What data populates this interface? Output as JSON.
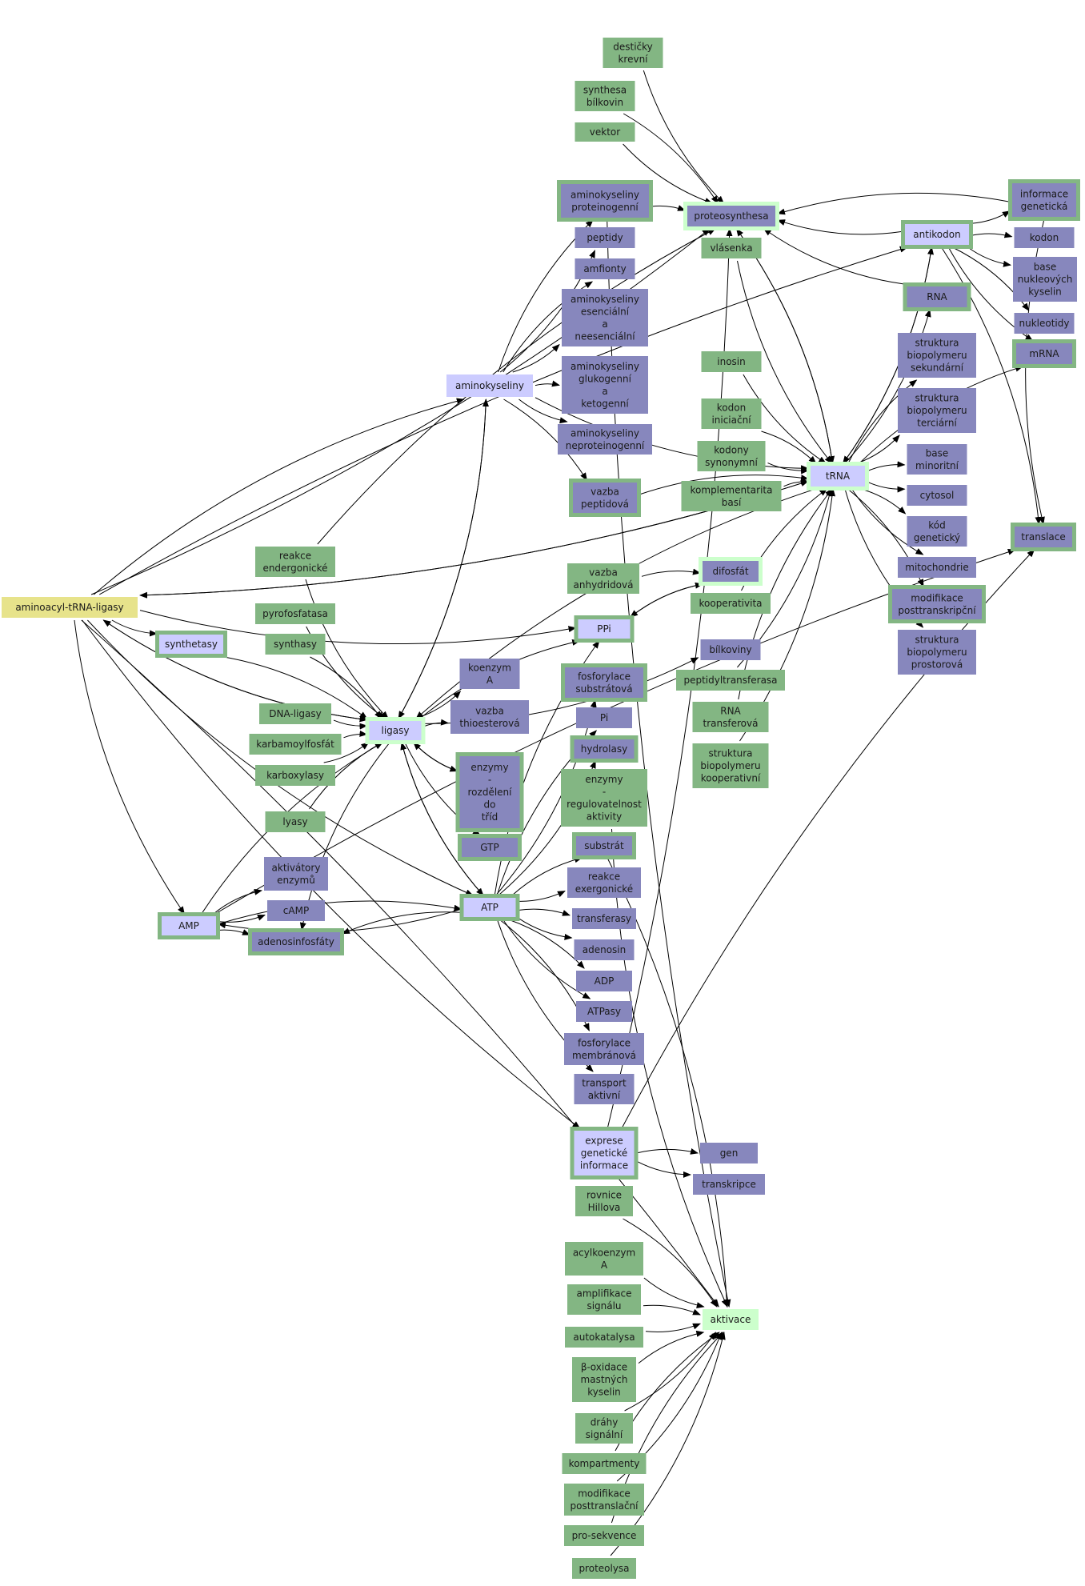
{
  "colors": {
    "green": "#83b683",
    "purple": "#8787bd",
    "lavender": "#ccccff",
    "yellow": "#e7e38b",
    "mint": "#ccffcc",
    "border_green": "#83b683",
    "border_mint": "#ccffcc",
    "edge": "#000000"
  },
  "nodes": [
    {
      "id": "desticky",
      "lines": [
        "destičky",
        "krevní"
      ],
      "fill": "green"
    },
    {
      "id": "synthesa-bilkovin",
      "lines": [
        "synthesa",
        "bílkovin"
      ],
      "fill": "green"
    },
    {
      "id": "vektor",
      "lines": [
        "vektor"
      ],
      "fill": "green"
    },
    {
      "id": "ak-proteinogenni",
      "lines": [
        "aminokyseliny",
        "proteinogenní"
      ],
      "fill": "purple",
      "border": "green"
    },
    {
      "id": "proteosynthesa",
      "lines": [
        "proteosynthesa"
      ],
      "fill": "purple",
      "border": "mint"
    },
    {
      "id": "vlasenka",
      "lines": [
        "vlásenka"
      ],
      "fill": "green"
    },
    {
      "id": "peptidy",
      "lines": [
        "peptidy"
      ],
      "fill": "purple"
    },
    {
      "id": "amfionty",
      "lines": [
        "amfionty"
      ],
      "fill": "purple"
    },
    {
      "id": "ak-esencialni",
      "lines": [
        "aminokyseliny",
        "esenciální",
        "a",
        "neesenciální"
      ],
      "fill": "purple"
    },
    {
      "id": "ak-glukogenni",
      "lines": [
        "aminokyseliny",
        "glukogenní",
        "a",
        "ketogenní"
      ],
      "fill": "purple"
    },
    {
      "id": "ak-neproteinogenni",
      "lines": [
        "aminokyseliny",
        "neproteinogenní"
      ],
      "fill": "purple"
    },
    {
      "id": "aminokyseliny",
      "lines": [
        "aminokyseliny"
      ],
      "fill": "lavender"
    },
    {
      "id": "vazba-peptidova",
      "lines": [
        "vazba",
        "peptidová"
      ],
      "fill": "purple",
      "border": "green"
    },
    {
      "id": "inosin",
      "lines": [
        "inosin"
      ],
      "fill": "green"
    },
    {
      "id": "kodon-iniciacni",
      "lines": [
        "kodon",
        "iniciační"
      ],
      "fill": "green"
    },
    {
      "id": "kodony-synonymni",
      "lines": [
        "kodony",
        "synonymní"
      ],
      "fill": "green"
    },
    {
      "id": "komplementarita",
      "lines": [
        "komplementarita",
        "basí"
      ],
      "fill": "green"
    },
    {
      "id": "trna",
      "lines": [
        "tRNA"
      ],
      "fill": "lavender",
      "border": "mint"
    },
    {
      "id": "antikodon",
      "lines": [
        "antikodon"
      ],
      "fill": "lavender",
      "border": "green"
    },
    {
      "id": "informace-geneticka",
      "lines": [
        "informace",
        "genetická"
      ],
      "fill": "purple",
      "border": "green"
    },
    {
      "id": "kodon",
      "lines": [
        "kodon"
      ],
      "fill": "purple"
    },
    {
      "id": "base-nukleovych",
      "lines": [
        "base",
        "nukleových",
        "kyselin"
      ],
      "fill": "purple"
    },
    {
      "id": "nukleotidy",
      "lines": [
        "nukleotidy"
      ],
      "fill": "purple"
    },
    {
      "id": "mrna",
      "lines": [
        "mRNA"
      ],
      "fill": "purple",
      "border": "green"
    },
    {
      "id": "rna",
      "lines": [
        "RNA"
      ],
      "fill": "purple",
      "border": "green"
    },
    {
      "id": "struktura-sekundarni",
      "lines": [
        "struktura",
        "biopolymeru",
        "sekundární"
      ],
      "fill": "purple"
    },
    {
      "id": "struktura-terciarni",
      "lines": [
        "struktura",
        "biopolymeru",
        "terciární"
      ],
      "fill": "purple"
    },
    {
      "id": "base-minoritni",
      "lines": [
        "base",
        "minoritní"
      ],
      "fill": "purple"
    },
    {
      "id": "cytosol",
      "lines": [
        "cytosol"
      ],
      "fill": "purple"
    },
    {
      "id": "kod-geneticky",
      "lines": [
        "kód",
        "genetický"
      ],
      "fill": "purple"
    },
    {
      "id": "mitochondrie",
      "lines": [
        "mitochondrie"
      ],
      "fill": "purple"
    },
    {
      "id": "modifikace-posttranskripcni",
      "lines": [
        "modifikace",
        "posttranskripční"
      ],
      "fill": "purple",
      "border": "green"
    },
    {
      "id": "struktura-prostorova",
      "lines": [
        "struktura",
        "biopolymeru",
        "prostorová"
      ],
      "fill": "purple"
    },
    {
      "id": "translace",
      "lines": [
        "translace"
      ],
      "fill": "purple",
      "border": "green"
    },
    {
      "id": "reakce-endergonicke",
      "lines": [
        "reakce",
        "endergonické"
      ],
      "fill": "green"
    },
    {
      "id": "aminoacyl",
      "lines": [
        "aminoacyl-tRNA-ligasy"
      ],
      "fill": "yellow"
    },
    {
      "id": "synthetasy",
      "lines": [
        "synthetasy"
      ],
      "fill": "lavender",
      "border": "green"
    },
    {
      "id": "pyrofosfatasa",
      "lines": [
        "pyrofosfatasa"
      ],
      "fill": "green"
    },
    {
      "id": "synthasy",
      "lines": [
        "synthasy"
      ],
      "fill": "green"
    },
    {
      "id": "vazba-anhydridova",
      "lines": [
        "vazba",
        "anhydridová"
      ],
      "fill": "green"
    },
    {
      "id": "difosfat",
      "lines": [
        "difosfát"
      ],
      "fill": "purple",
      "border": "mint"
    },
    {
      "id": "kooperativita",
      "lines": [
        "kooperativita"
      ],
      "fill": "green"
    },
    {
      "id": "ppi",
      "lines": [
        "PPi"
      ],
      "fill": "lavender",
      "border": "green"
    },
    {
      "id": "bilkoviny",
      "lines": [
        "bílkoviny"
      ],
      "fill": "purple"
    },
    {
      "id": "koenzym-a",
      "lines": [
        "koenzym",
        "A"
      ],
      "fill": "purple"
    },
    {
      "id": "fosforylace-substratova",
      "lines": [
        "fosforylace",
        "substrátová"
      ],
      "fill": "purple",
      "border": "green"
    },
    {
      "id": "peptidyltransferasa",
      "lines": [
        "peptidyltransferasa"
      ],
      "fill": "green"
    },
    {
      "id": "dna-ligasy",
      "lines": [
        "DNA-ligasy"
      ],
      "fill": "green"
    },
    {
      "id": "vazba-thioesterova",
      "lines": [
        "vazba",
        "thioesterová"
      ],
      "fill": "purple"
    },
    {
      "id": "ligasy",
      "lines": [
        "ligasy"
      ],
      "fill": "lavender",
      "border": "mint"
    },
    {
      "id": "pi",
      "lines": [
        "Pi"
      ],
      "fill": "purple"
    },
    {
      "id": "rna-transferova",
      "lines": [
        "RNA",
        "transferová"
      ],
      "fill": "green"
    },
    {
      "id": "karbamoylfosfat",
      "lines": [
        "karbamoylfosfát"
      ],
      "fill": "green"
    },
    {
      "id": "hydrolasy",
      "lines": [
        "hydrolasy"
      ],
      "fill": "purple",
      "border": "green"
    },
    {
      "id": "enzymy-rozdeleni",
      "lines": [
        "enzymy",
        "-",
        "rozdělení",
        "do",
        "tříd"
      ],
      "fill": "purple",
      "border": "green"
    },
    {
      "id": "karboxylasy",
      "lines": [
        "karboxylasy"
      ],
      "fill": "green"
    },
    {
      "id": "enzymy-regulovatelnost",
      "lines": [
        "enzymy",
        "-",
        "regulovatelnost",
        "aktivity"
      ],
      "fill": "green"
    },
    {
      "id": "struktura-kooperativni",
      "lines": [
        "struktura",
        "biopolymeru",
        "kooperativní"
      ],
      "fill": "green"
    },
    {
      "id": "lyasy",
      "lines": [
        "lyasy"
      ],
      "fill": "green"
    },
    {
      "id": "gtp",
      "lines": [
        "GTP"
      ],
      "fill": "purple",
      "border": "green"
    },
    {
      "id": "substrat",
      "lines": [
        "substrát"
      ],
      "fill": "purple",
      "border": "green"
    },
    {
      "id": "aktivatory",
      "lines": [
        "aktivátory",
        "enzymů"
      ],
      "fill": "purple"
    },
    {
      "id": "reakce-exergonicke",
      "lines": [
        "reakce",
        "exergonické"
      ],
      "fill": "purple"
    },
    {
      "id": "camp",
      "lines": [
        "cAMP"
      ],
      "fill": "purple"
    },
    {
      "id": "atp",
      "lines": [
        "ATP"
      ],
      "fill": "lavender",
      "border": "green"
    },
    {
      "id": "amp",
      "lines": [
        "AMP"
      ],
      "fill": "lavender",
      "border": "green"
    },
    {
      "id": "transferasy",
      "lines": [
        "transferasy"
      ],
      "fill": "purple"
    },
    {
      "id": "adenosinfosfaty",
      "lines": [
        "adenosinfosfáty"
      ],
      "fill": "purple",
      "border": "green"
    },
    {
      "id": "adenosin",
      "lines": [
        "adenosin"
      ],
      "fill": "purple"
    },
    {
      "id": "adp",
      "lines": [
        "ADP"
      ],
      "fill": "purple"
    },
    {
      "id": "atpasy",
      "lines": [
        "ATPasy"
      ],
      "fill": "purple"
    },
    {
      "id": "fosforylace-membranova",
      "lines": [
        "fosforylace",
        "membránová"
      ],
      "fill": "purple"
    },
    {
      "id": "transport-aktivni",
      "lines": [
        "transport",
        "aktivní"
      ],
      "fill": "purple"
    },
    {
      "id": "exprese",
      "lines": [
        "exprese",
        "genetické",
        "informace"
      ],
      "fill": "lavender",
      "border": "green"
    },
    {
      "id": "gen",
      "lines": [
        "gen"
      ],
      "fill": "purple"
    },
    {
      "id": "transkripce",
      "lines": [
        "transkripce"
      ],
      "fill": "purple"
    },
    {
      "id": "rovnice-hillova",
      "lines": [
        "rovnice",
        "Hillova"
      ],
      "fill": "green"
    },
    {
      "id": "acylkoenzym",
      "lines": [
        "acylkoenzym",
        "A"
      ],
      "fill": "green"
    },
    {
      "id": "amplifikace",
      "lines": [
        "amplifikace",
        "signálu"
      ],
      "fill": "green"
    },
    {
      "id": "aktivace",
      "lines": [
        "aktivace"
      ],
      "fill": "mint"
    },
    {
      "id": "autokatalysa",
      "lines": [
        "autokatalysa"
      ],
      "fill": "green"
    },
    {
      "id": "beta-oxidace",
      "lines": [
        "β-oxidace",
        "mastných",
        "kyselin"
      ],
      "fill": "green"
    },
    {
      "id": "drahy-signalni",
      "lines": [
        "dráhy",
        "signální"
      ],
      "fill": "green"
    },
    {
      "id": "kompartmenty",
      "lines": [
        "kompartmenty"
      ],
      "fill": "green"
    },
    {
      "id": "modifikace-posttranslacni",
      "lines": [
        "modifikace",
        "posttranslační"
      ],
      "fill": "green"
    },
    {
      "id": "pro-sekvence",
      "lines": [
        "pro-sekvence"
      ],
      "fill": "green"
    },
    {
      "id": "proteolysa",
      "lines": [
        "proteolysa"
      ],
      "fill": "green"
    }
  ],
  "edges": [
    [
      "desticky",
      "proteosynthesa"
    ],
    [
      "synthesa-bilkovin",
      "proteosynthesa"
    ],
    [
      "vektor",
      "proteosynthesa"
    ],
    [
      "ak-proteinogenni",
      "proteosynthesa"
    ],
    [
      "trna",
      "proteosynthesa"
    ],
    [
      "antikodon",
      "proteosynthesa"
    ],
    [
      "informace-geneticka",
      "proteosynthesa"
    ],
    [
      "rna",
      "proteosynthesa"
    ],
    [
      "aminoacyl",
      "proteosynthesa"
    ],
    [
      "proteosynthesa",
      "trna"
    ],
    [
      "vlasenka",
      "trna"
    ],
    [
      "aminokyseliny",
      "ak-proteinogenni"
    ],
    [
      "aminokyseliny",
      "peptidy"
    ],
    [
      "aminokyseliny",
      "amfionty"
    ],
    [
      "aminokyseliny",
      "ak-esencialni"
    ],
    [
      "aminokyseliny",
      "ak-glukogenni"
    ],
    [
      "aminokyseliny",
      "ak-neproteinogenni"
    ],
    [
      "aminokyseliny",
      "vazba-peptidova"
    ],
    [
      "aminokyseliny",
      "trna"
    ],
    [
      "aminokyseliny",
      "ligasy"
    ],
    [
      "ligasy",
      "aminokyseliny"
    ],
    [
      "aminoacyl",
      "aminokyseliny"
    ],
    [
      "inosin",
      "trna"
    ],
    [
      "kodon-iniciacni",
      "trna"
    ],
    [
      "kodony-synonymni",
      "trna"
    ],
    [
      "komplementarita",
      "trna"
    ],
    [
      "trna",
      "antikodon"
    ],
    [
      "antikodon",
      "trna"
    ],
    [
      "trna",
      "rna"
    ],
    [
      "trna",
      "struktura-sekundarni"
    ],
    [
      "trna",
      "struktura-terciarni"
    ],
    [
      "trna",
      "base-minoritni"
    ],
    [
      "trna",
      "cytosol"
    ],
    [
      "trna",
      "kod-geneticky"
    ],
    [
      "trna",
      "mitochondrie"
    ],
    [
      "trna",
      "modifikace-posttranskripcni"
    ],
    [
      "trna",
      "struktura-prostorova"
    ],
    [
      "trna",
      "aminoacyl"
    ],
    [
      "aminoacyl",
      "trna"
    ],
    [
      "trna",
      "mrna"
    ],
    [
      "trna",
      "ligasy"
    ],
    [
      "kooperativita",
      "trna"
    ],
    [
      "peptidyltransferasa",
      "trna"
    ],
    [
      "rna-transferova",
      "trna"
    ],
    [
      "struktura-kooperativni",
      "trna"
    ],
    [
      "vazba-peptidova",
      "trna"
    ],
    [
      "antikodon",
      "informace-geneticka"
    ],
    [
      "antikodon",
      "kodon"
    ],
    [
      "antikodon",
      "base-nukleovych"
    ],
    [
      "antikodon",
      "nukleotidy"
    ],
    [
      "antikodon",
      "mrna"
    ],
    [
      "antikodon",
      "translace"
    ],
    [
      "informace-geneticka",
      "translace"
    ],
    [
      "aminoacyl",
      "antikodon"
    ],
    [
      "reakce-endergonicke",
      "ligasy"
    ],
    [
      "reakce-endergonicke",
      "proteosynthesa"
    ],
    [
      "aminoacyl",
      "synthetasy"
    ],
    [
      "synthetasy",
      "ligasy"
    ],
    [
      "aminoacyl",
      "ligasy"
    ],
    [
      "ligasy",
      "aminoacyl"
    ],
    [
      "pyrofosfatasa",
      "ligasy"
    ],
    [
      "synthasy",
      "ligasy"
    ],
    [
      "dna-ligasy",
      "ligasy"
    ],
    [
      "karbamoylfosfat",
      "ligasy"
    ],
    [
      "karboxylasy",
      "ligasy"
    ],
    [
      "lyasy",
      "ligasy"
    ],
    [
      "ligasy",
      "koenzym-a"
    ],
    [
      "ligasy",
      "vazba-thioesterova"
    ],
    [
      "ligasy",
      "enzymy-rozdeleni"
    ],
    [
      "enzymy-rozdeleni",
      "ligasy"
    ],
    [
      "ligasy",
      "gtp"
    ],
    [
      "ligasy",
      "ppi"
    ],
    [
      "ligasy",
      "atp"
    ],
    [
      "atp",
      "ligasy"
    ],
    [
      "ligasy",
      "adenosinfosfaty"
    ],
    [
      "amp",
      "ligasy"
    ],
    [
      "ligasy",
      "bilkoviny"
    ],
    [
      "vazba-anhydridova",
      "difosfat"
    ],
    [
      "difosfat",
      "ppi"
    ],
    [
      "ppi",
      "difosfat"
    ],
    [
      "aminoacyl",
      "ppi"
    ],
    [
      "atp",
      "ppi"
    ],
    [
      "atp",
      "fosforylace-substratova"
    ],
    [
      "atp",
      "pi"
    ],
    [
      "atp",
      "hydrolasy"
    ],
    [
      "atp",
      "substrat"
    ],
    [
      "atp",
      "reakce-exergonicke"
    ],
    [
      "atp",
      "transferasy"
    ],
    [
      "atp",
      "adenosin"
    ],
    [
      "atp",
      "adp"
    ],
    [
      "atp",
      "atpasy"
    ],
    [
      "atp",
      "fosforylace-membranova"
    ],
    [
      "atp",
      "transport-aktivni"
    ],
    [
      "atp",
      "amp"
    ],
    [
      "atp",
      "adenosinfosfaty"
    ],
    [
      "amp",
      "atp"
    ],
    [
      "aminoacyl",
      "atp"
    ],
    [
      "amp",
      "aktivatory"
    ],
    [
      "amp",
      "camp"
    ],
    [
      "amp",
      "adenosinfosfaty"
    ],
    [
      "aminoacyl",
      "amp"
    ],
    [
      "amp",
      "translace"
    ],
    [
      "aminoacyl",
      "exprese"
    ],
    [
      "exprese",
      "gen"
    ],
    [
      "exprese",
      "transkripce"
    ],
    [
      "exprese",
      "translace"
    ],
    [
      "exprese",
      "proteosynthesa"
    ],
    [
      "rovnice-hillova",
      "aktivace"
    ],
    [
      "acylkoenzym",
      "aktivace"
    ],
    [
      "amplifikace",
      "aktivace"
    ],
    [
      "autokatalysa",
      "aktivace"
    ],
    [
      "beta-oxidace",
      "aktivace"
    ],
    [
      "drahy-signalni",
      "aktivace"
    ],
    [
      "kompartmenty",
      "aktivace"
    ],
    [
      "modifikace-posttranslacni",
      "aktivace"
    ],
    [
      "pro-sekvence",
      "aktivace"
    ],
    [
      "proteolysa",
      "aktivace"
    ],
    [
      "substrat",
      "aktivace"
    ],
    [
      "enzymy-regulovatelnost",
      "aktivace"
    ],
    [
      "aminoacyl",
      "aktivace"
    ],
    [
      "ak-proteinogenni",
      "aktivace"
    ]
  ]
}
